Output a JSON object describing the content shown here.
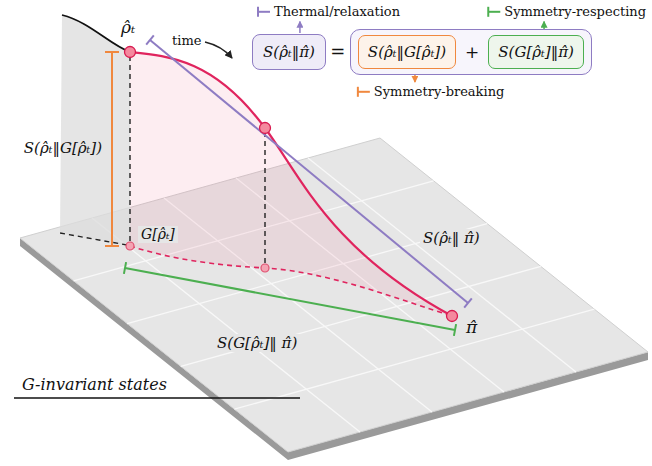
{
  "diagram": {
    "nodes": [
      {
        "text": [
          "S(ρ̂ₜ‖π̂)"
        ]
      },
      {
        "text": [
          "+"
        ]
      },
      {
        "text": [
          "S(ρ̂ₜ‖G[ρ̂ₜ])"
        ],
        "in": 1
      },
      {
        "text": [
          "S(G[ρ̂ₜ]‖π̂)"
        ],
        "in": 1
      }
    ],
    "labels": [
      "ρ̂ₜ",
      "time",
      "Thermal/relaxation",
      "Symmetry-respecting",
      "=",
      "Symmetry-breaking",
      "S(ρ̂ₜ‖G[ρ̂ₜ])",
      "G[ρ̂ₜ]",
      "S(ρ̂ₜ‖ π̂)",
      "S(G[ρ̂ₜ]‖ π̂)",
      "π̂",
      "G-invariant states"
    ]
  }
}
